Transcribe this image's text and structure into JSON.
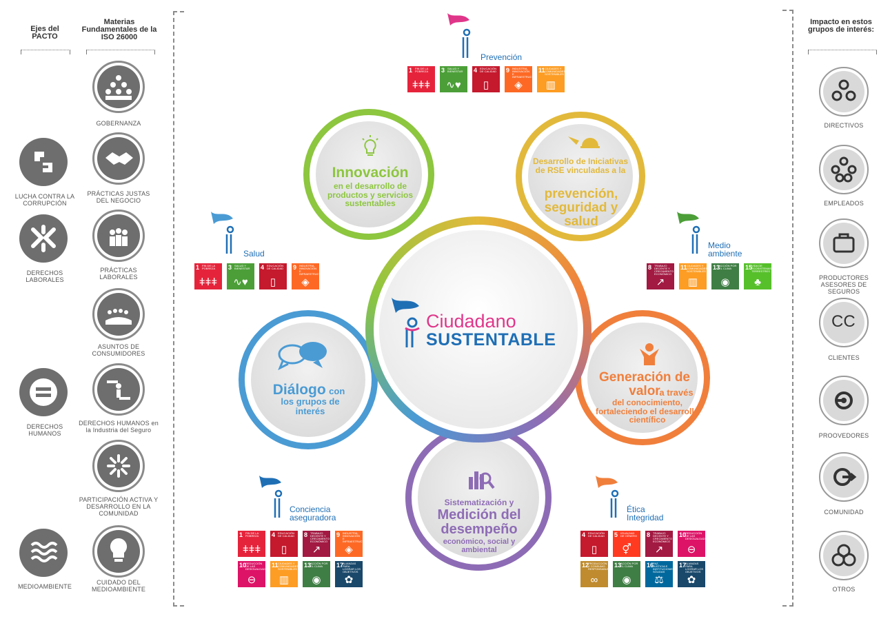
{
  "left": {
    "pacto_title": "Ejes del PACTO",
    "iso_title": "Materias Fundamentales de la ISO 26000",
    "pacto": [
      {
        "label": "LUCHA CONTRA LA CORRUPCIÓN",
        "icon": "anti-corruption-icon"
      },
      {
        "label": "DERECHOS LABORALES",
        "icon": "labor-rights-icon"
      },
      {
        "label": "DERECHOS HUMANOS",
        "icon": "human-rights-icon"
      },
      {
        "label": "MEDIOAMBIENTE",
        "icon": "environment-waves-icon"
      }
    ],
    "iso": [
      {
        "label": "GOBERNANZA",
        "icon": "governance-icon"
      },
      {
        "label": "PRÁCTICAS JUSTAS DEL NEGOCIO",
        "icon": "handshake-icon"
      },
      {
        "label": "PRÁCTICAS LABORALES",
        "icon": "labor-practices-icon"
      },
      {
        "label": "ASUNTOS DE CONSUMIDORES",
        "icon": "consumers-icon"
      },
      {
        "label": "DERECHOS HUMANOS en la Industria del Seguro",
        "icon": "human-rights-hands-icon"
      },
      {
        "label": "PARTICIPACIÓN ACTIVA Y DESARROLLO EN LA COMUNIDAD",
        "icon": "community-arrows-icon"
      },
      {
        "label": "CUIDADO DEL MEDIOAMBIENTE",
        "icon": "lightbulb-leaf-icon"
      }
    ]
  },
  "right": {
    "title": "Impacto en estos grupos de interés:",
    "groups": [
      {
        "label": "DIRECTIVOS",
        "icon": "directors-icon"
      },
      {
        "label": "EMPLEADOS",
        "icon": "employees-icon"
      },
      {
        "label": "PRODUCTORES ASESORES DE SEGUROS",
        "icon": "briefcase-icon"
      },
      {
        "label": "CLIENTES",
        "icon": "clients-icon"
      },
      {
        "label": "PROOVEDORES",
        "icon": "suppliers-icon"
      },
      {
        "label": "COMUNIDAD",
        "icon": "community-icon"
      },
      {
        "label": "OTROS",
        "icon": "others-icon"
      }
    ]
  },
  "center": {
    "ciudadano": "Ciudadano",
    "sustentable": "SUSTENTABLE",
    "innovacion": {
      "title": "Innovación",
      "body": "en el desarrollo de productos y servicios sustentables",
      "color": "#8dc63f"
    },
    "prevencion": {
      "pre": "Desarrollo de Iniciativas de RSE vinculadas a la",
      "big": "prevención, seguridad y salud",
      "color": "#e2b93b"
    },
    "dialogo": {
      "title": "Diálogo",
      "suffix": "con",
      "body": "los grupos de interés",
      "color": "#4a9bd4"
    },
    "valor": {
      "title": "Generación de valor",
      "suffix": "a través",
      "body": "del conocimiento, fortaleciendo el desarrollo científico",
      "color": "#f07f3c"
    },
    "medicion": {
      "pre": "Sistematización y",
      "big": "Medición del desempeño",
      "body": "económico, social y ambiental",
      "color": "#8e6cb5"
    }
  },
  "flags": {
    "prevencion": "Prevención",
    "salud": "Salud",
    "medio_ambiente": "Medio ambiente",
    "conciencia": "Conciencia aseguradora",
    "etica": "Ética Integridad"
  },
  "sdg_tiles": {
    "prevencion": [
      {
        "n": "1",
        "t": "FIN DE LA POBREZA",
        "color": "#e5243b",
        "g": "ǂǂǂ"
      },
      {
        "n": "3",
        "t": "SALUD Y BIENESTAR",
        "color": "#4c9f38",
        "g": "∿♥"
      },
      {
        "n": "4",
        "t": "EDUCACIÓN DE CALIDAD",
        "color": "#c5192d",
        "g": "▯"
      },
      {
        "n": "9",
        "t": "INDUSTRIA, INNOVACIÓN E INFRAESTRUCTURA",
        "color": "#fd6925",
        "g": "◈"
      },
      {
        "n": "11",
        "t": "CIUDADES Y COMUNIDADES SOSTENIBLES",
        "color": "#fd9d24",
        "g": "▥"
      }
    ],
    "salud": [
      {
        "n": "1",
        "t": "FIN DE LA POBREZA",
        "color": "#e5243b",
        "g": "ǂǂǂ"
      },
      {
        "n": "3",
        "t": "SALUD Y BIENESTAR",
        "color": "#4c9f38",
        "g": "∿♥"
      },
      {
        "n": "4",
        "t": "EDUCACIÓN DE CALIDAD",
        "color": "#c5192d",
        "g": "▯"
      },
      {
        "n": "9",
        "t": "INDUSTRIA, INNOVACIÓN E INFRAESTRUCTURA",
        "color": "#fd6925",
        "g": "◈"
      }
    ],
    "medio_ambiente": [
      {
        "n": "8",
        "t": "TRABAJO DECENTE Y CRECIMIENTO ECONÓMICO",
        "color": "#a21942",
        "g": "↗"
      },
      {
        "n": "11",
        "t": "CIUDADES Y COMUNIDADES SOSTENIBLES",
        "color": "#fd9d24",
        "g": "▥"
      },
      {
        "n": "13",
        "t": "ACCIÓN POR EL CLIMA",
        "color": "#3f7e44",
        "g": "◉"
      },
      {
        "n": "15",
        "t": "VIDA DE ECOSISTEMAS TERRESTRES",
        "color": "#56c02b",
        "g": "♣"
      }
    ],
    "conciencia": [
      {
        "n": "1",
        "t": "FIN DE LA POBREZA",
        "color": "#e5243b",
        "g": "ǂǂǂ"
      },
      {
        "n": "4",
        "t": "EDUCACIÓN DE CALIDAD",
        "color": "#c5192d",
        "g": "▯"
      },
      {
        "n": "8",
        "t": "TRABAJO DECENTE Y CRECIMIENTO ECONÓMICO",
        "color": "#a21942",
        "g": "↗"
      },
      {
        "n": "9",
        "t": "INDUSTRIA, INNOVACIÓN E INFRAESTRUCTURA",
        "color": "#fd6925",
        "g": "◈"
      },
      {
        "n": "10",
        "t": "REDUCCIÓN DE LAS DESIGUALDADES",
        "color": "#dd1367",
        "g": "⊖"
      },
      {
        "n": "11",
        "t": "CIUDADES Y COMUNIDADES SOSTENIBLES",
        "color": "#fd9d24",
        "g": "▥"
      },
      {
        "n": "13",
        "t": "ACCIÓN POR EL CLIMA",
        "color": "#3f7e44",
        "g": "◉"
      },
      {
        "n": "17",
        "t": "ALIANZAS PARA LOGRAR LOS OBJETIVOS",
        "color": "#19486a",
        "g": "✿"
      }
    ],
    "etica": [
      {
        "n": "4",
        "t": "EDUCACIÓN DE CALIDAD",
        "color": "#c5192d",
        "g": "▯"
      },
      {
        "n": "5",
        "t": "IGUALDAD DE GÉNERO",
        "color": "#ff3a21",
        "g": "⚥"
      },
      {
        "n": "8",
        "t": "TRABAJO DECENTE Y CRECIMIENTO ECONÓMICO",
        "color": "#a21942",
        "g": "↗"
      },
      {
        "n": "10",
        "t": "REDUCCIÓN DE LAS DESIGUALDADES",
        "color": "#dd1367",
        "g": "⊖"
      },
      {
        "n": "12",
        "t": "PRODUCCIÓN Y CONSUMO RESPONSABLES",
        "color": "#bf8b2e",
        "g": "∞"
      },
      {
        "n": "13",
        "t": "ACCIÓN POR EL CLIMA",
        "color": "#3f7e44",
        "g": "◉"
      },
      {
        "n": "16",
        "t": "PAZ, JUSTICIA E INSTITUCIONES SÓLIDAS",
        "color": "#00689d",
        "g": "⚖"
      },
      {
        "n": "17",
        "t": "ALIANZAS PARA LOGRAR LOS OBJETIVOS",
        "color": "#19486a",
        "g": "✿"
      }
    ]
  },
  "colors": {
    "pink": "#e0368a",
    "blue": "#1f6fb5",
    "grey": "#6e6e6e"
  }
}
